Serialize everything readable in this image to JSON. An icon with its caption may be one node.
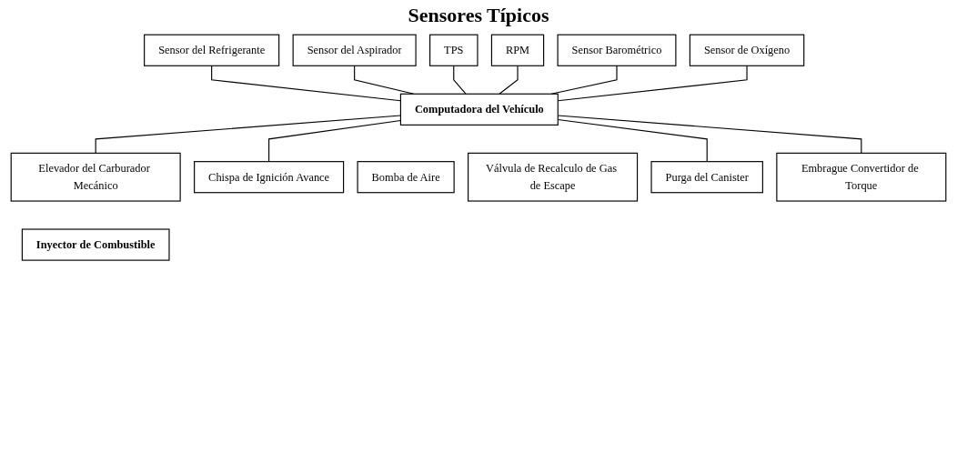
{
  "diagram": {
    "title": "Sensores Típicos",
    "nodes": [
      {
        "text": [
          "Sensor del Refrigerante"
        ]
      },
      {
        "text": [
          "Sensor del Aspirador"
        ]
      },
      {
        "text": [
          "TPS"
        ]
      },
      {
        "text": [
          "RPM"
        ]
      },
      {
        "text": [
          "Sensor Barométrico"
        ]
      },
      {
        "text": [
          "Sensor de Oxígeno"
        ]
      },
      {
        "text": [
          "Computadora del Vehículo"
        ]
      },
      {
        "text": [
          "Elevador del Carburador Mecánico"
        ]
      },
      {
        "text": [
          "Inyector de Combustible"
        ]
      },
      {
        "text": [
          "Chispa de Ignición Avance"
        ]
      },
      {
        "text": [
          "Bomba de Aire"
        ]
      },
      {
        "text": [
          "Válvula de Recalculo de Gas de Escape"
        ]
      },
      {
        "text": [
          "Purga del Canister"
        ]
      },
      {
        "text": [
          "Embrague Convertidor de Torque"
        ]
      }
    ],
    "edges": [
      {
        "from": 0,
        "to": 6,
        "arrow": "none"
      },
      {
        "from": 1,
        "to": 6,
        "arrow": "none"
      },
      {
        "from": 2,
        "to": 6,
        "arrow": "none"
      },
      {
        "from": 3,
        "to": 6,
        "arrow": "none"
      },
      {
        "from": 4,
        "to": 6,
        "arrow": "none"
      },
      {
        "from": 5,
        "to": 6,
        "arrow": "none"
      },
      {
        "from": 6,
        "to": 7,
        "arrow": "none"
      },
      {
        "from": 6,
        "to": 9,
        "arrow": "none"
      },
      {
        "from": 6,
        "to": 12,
        "arrow": "none"
      },
      {
        "from": 6,
        "to": 13,
        "arrow": "none"
      }
    ]
  }
}
